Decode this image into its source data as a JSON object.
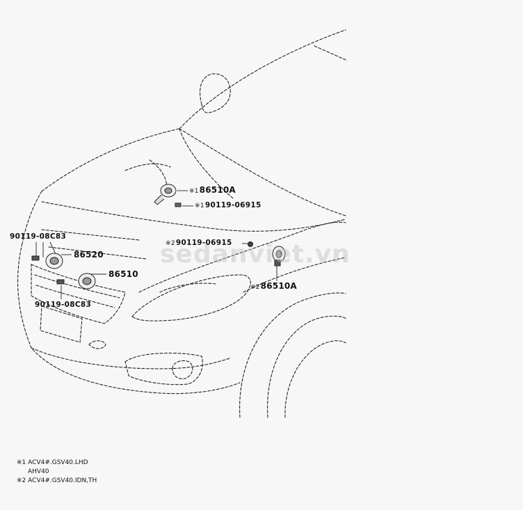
{
  "colors": {
    "background": "#f7f7f7",
    "line": "#222222",
    "watermark": "#bebebe"
  },
  "watermark": "sedanviet.vn",
  "labels": {
    "horn_86510A_top": {
      "mark": "※1",
      "text": "86510A"
    },
    "bolt_90119_06915_top": {
      "mark": "※1",
      "text": "90119-06915"
    },
    "bolt_90119_06915_right": {
      "mark": "※2",
      "text": "90119-06915"
    },
    "horn_86510A_right": {
      "mark": "※2",
      "text": "86510A"
    },
    "bolt_90119_08C83_upper": {
      "text": "90119-08C83"
    },
    "horn_86520": {
      "text": "86520"
    },
    "horn_86510": {
      "text": "86510"
    },
    "bolt_90119_08C83_lower": {
      "text": "90119-08C83"
    }
  },
  "notes": [
    {
      "mark": "※1",
      "text": "ACV4#.GSV40.LHD"
    },
    {
      "mark": "",
      "text": "AHV40"
    },
    {
      "mark": "※2",
      "text": "ACV4#.GSV40.IDN,TH"
    }
  ]
}
